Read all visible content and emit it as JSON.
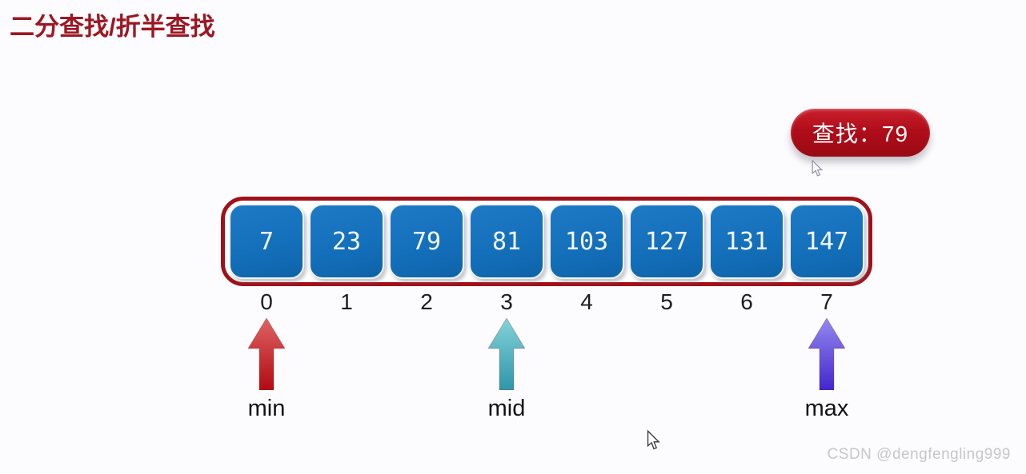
{
  "page": {
    "title": "二分查找/折半查找",
    "background": "#fcfcfe",
    "title_color": "#9c1722"
  },
  "search_badge": {
    "label": "查找：79",
    "color_top": "#c9202c",
    "color_bottom": "#990a13",
    "text_color": "#ffffff"
  },
  "array": {
    "cells": [
      "7",
      "23",
      "79",
      "81",
      "103",
      "127",
      "131",
      "147"
    ],
    "indices": [
      "0",
      "1",
      "2",
      "3",
      "4",
      "5",
      "6",
      "7"
    ],
    "cell_color": "#1470bb",
    "cell_text_color": "#f4f8fc",
    "container_border_color": "#a01119"
  },
  "pointers": [
    {
      "label": "min",
      "index": 0,
      "icon": "up-arrow-icon",
      "color_top": "#dd6364",
      "color_bottom": "#b30a13"
    },
    {
      "label": "mid",
      "index": 3,
      "icon": "up-arrow-icon",
      "color_top": "#83d2da",
      "color_bottom": "#2f96a8"
    },
    {
      "label": "max",
      "index": 7,
      "icon": "up-arrow-icon",
      "color_top": "#9489ee",
      "color_bottom": "#4426ce"
    }
  ],
  "icons": {
    "cursor_main": "mouse-pointer",
    "cursor_small": "mouse-pointer-outline"
  },
  "watermark": "CSDN @dengfengling999"
}
